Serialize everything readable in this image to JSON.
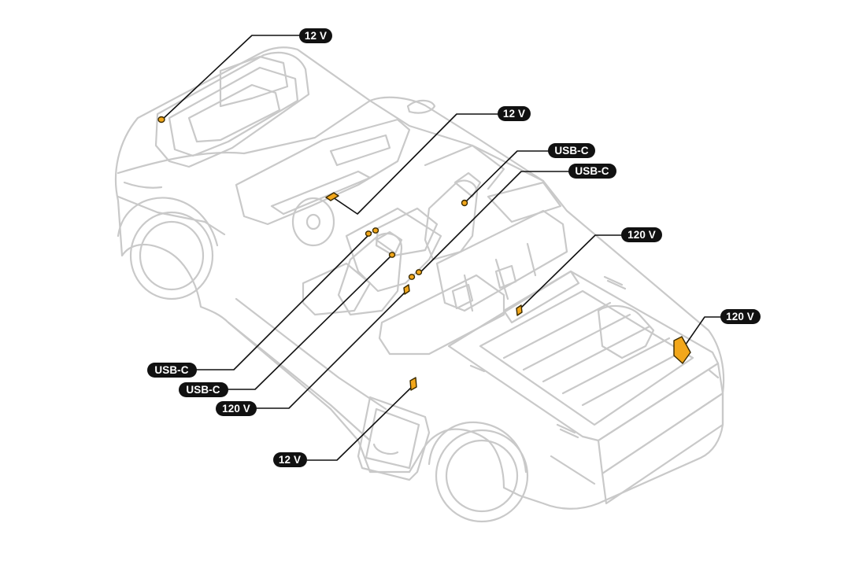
{
  "colors": {
    "background": "#ffffff",
    "vehicle_outline": "#c9c9c9",
    "label_pill": "#111111",
    "label_text": "#ffffff",
    "leader_line": "#111111",
    "outlet_fill": "#f2a71b",
    "outlet_stroke": "#3a2a00"
  },
  "callouts": [
    {
      "id": "frunk-12v",
      "label": "12 V"
    },
    {
      "id": "dash-12v",
      "label": "12 V"
    },
    {
      "id": "rear-seat-usbc-right",
      "label": "USB-C"
    },
    {
      "id": "rear-seat-usbc-center",
      "label": "USB-C"
    },
    {
      "id": "bed-front-120v",
      "label": "120 V"
    },
    {
      "id": "bed-rear-120v",
      "label": "120 V"
    },
    {
      "id": "console-usbc-upper",
      "label": "USB-C"
    },
    {
      "id": "console-usbc-lower",
      "label": "USB-C"
    },
    {
      "id": "console-120v",
      "label": "120 V"
    },
    {
      "id": "gear-tunnel-12v",
      "label": "12 V"
    }
  ]
}
